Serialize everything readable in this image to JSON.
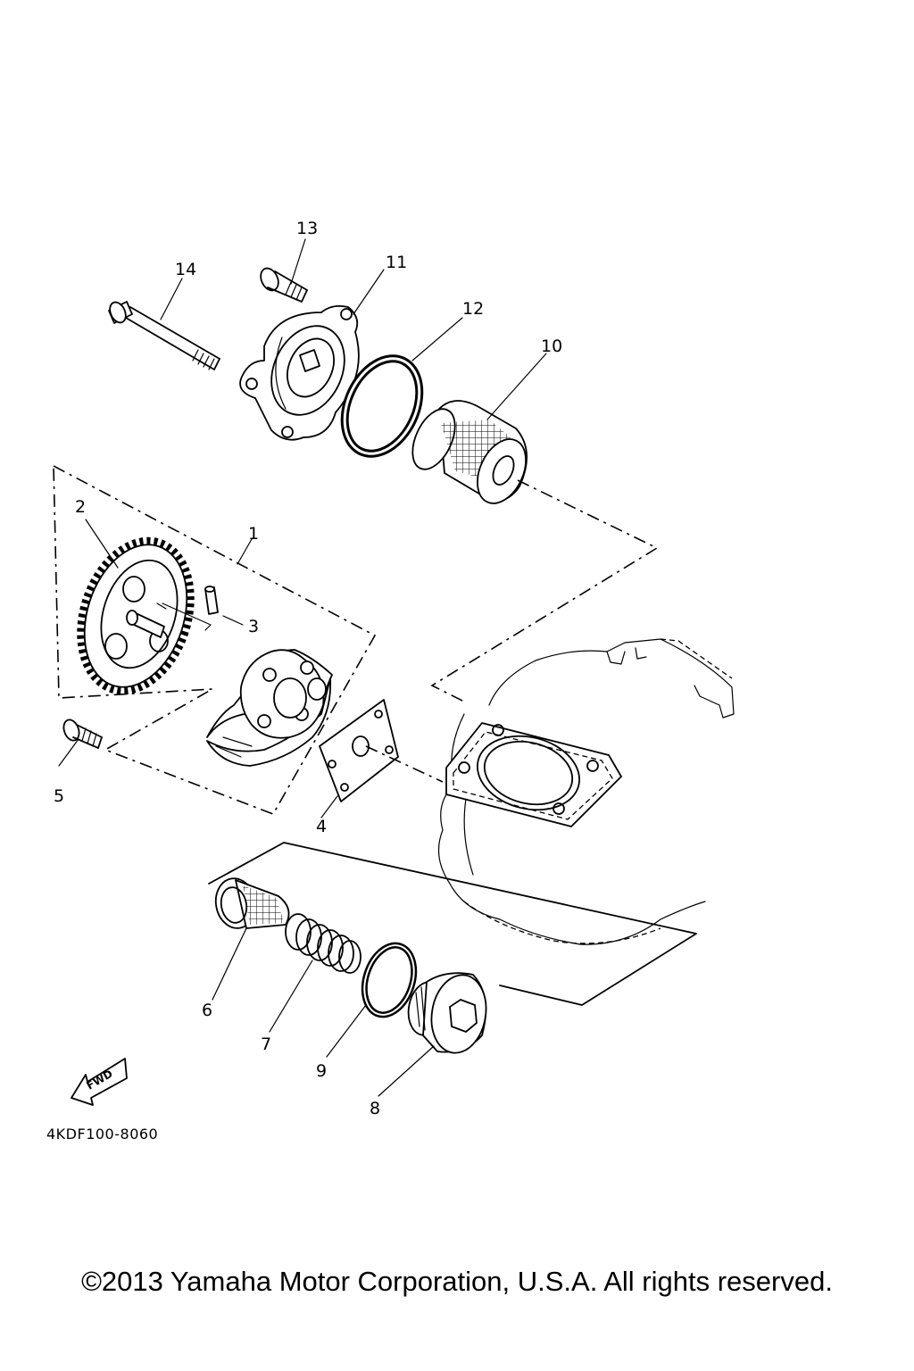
{
  "diagram": {
    "callouts": {
      "p1": "1",
      "p2": "2",
      "p3": "3",
      "p4": "4",
      "p5": "5",
      "p6": "6",
      "p7": "7",
      "p8": "8",
      "p9": "9",
      "p10": "10",
      "p11": "11",
      "p12": "12",
      "p13": "13",
      "p14": "14"
    },
    "fwd_label": "FWD",
    "figure_code": "4KDF100-8060"
  },
  "footer": {
    "copyright": "©2013 Yamaha Motor Corporation, U.S.A. All rights reserved."
  }
}
